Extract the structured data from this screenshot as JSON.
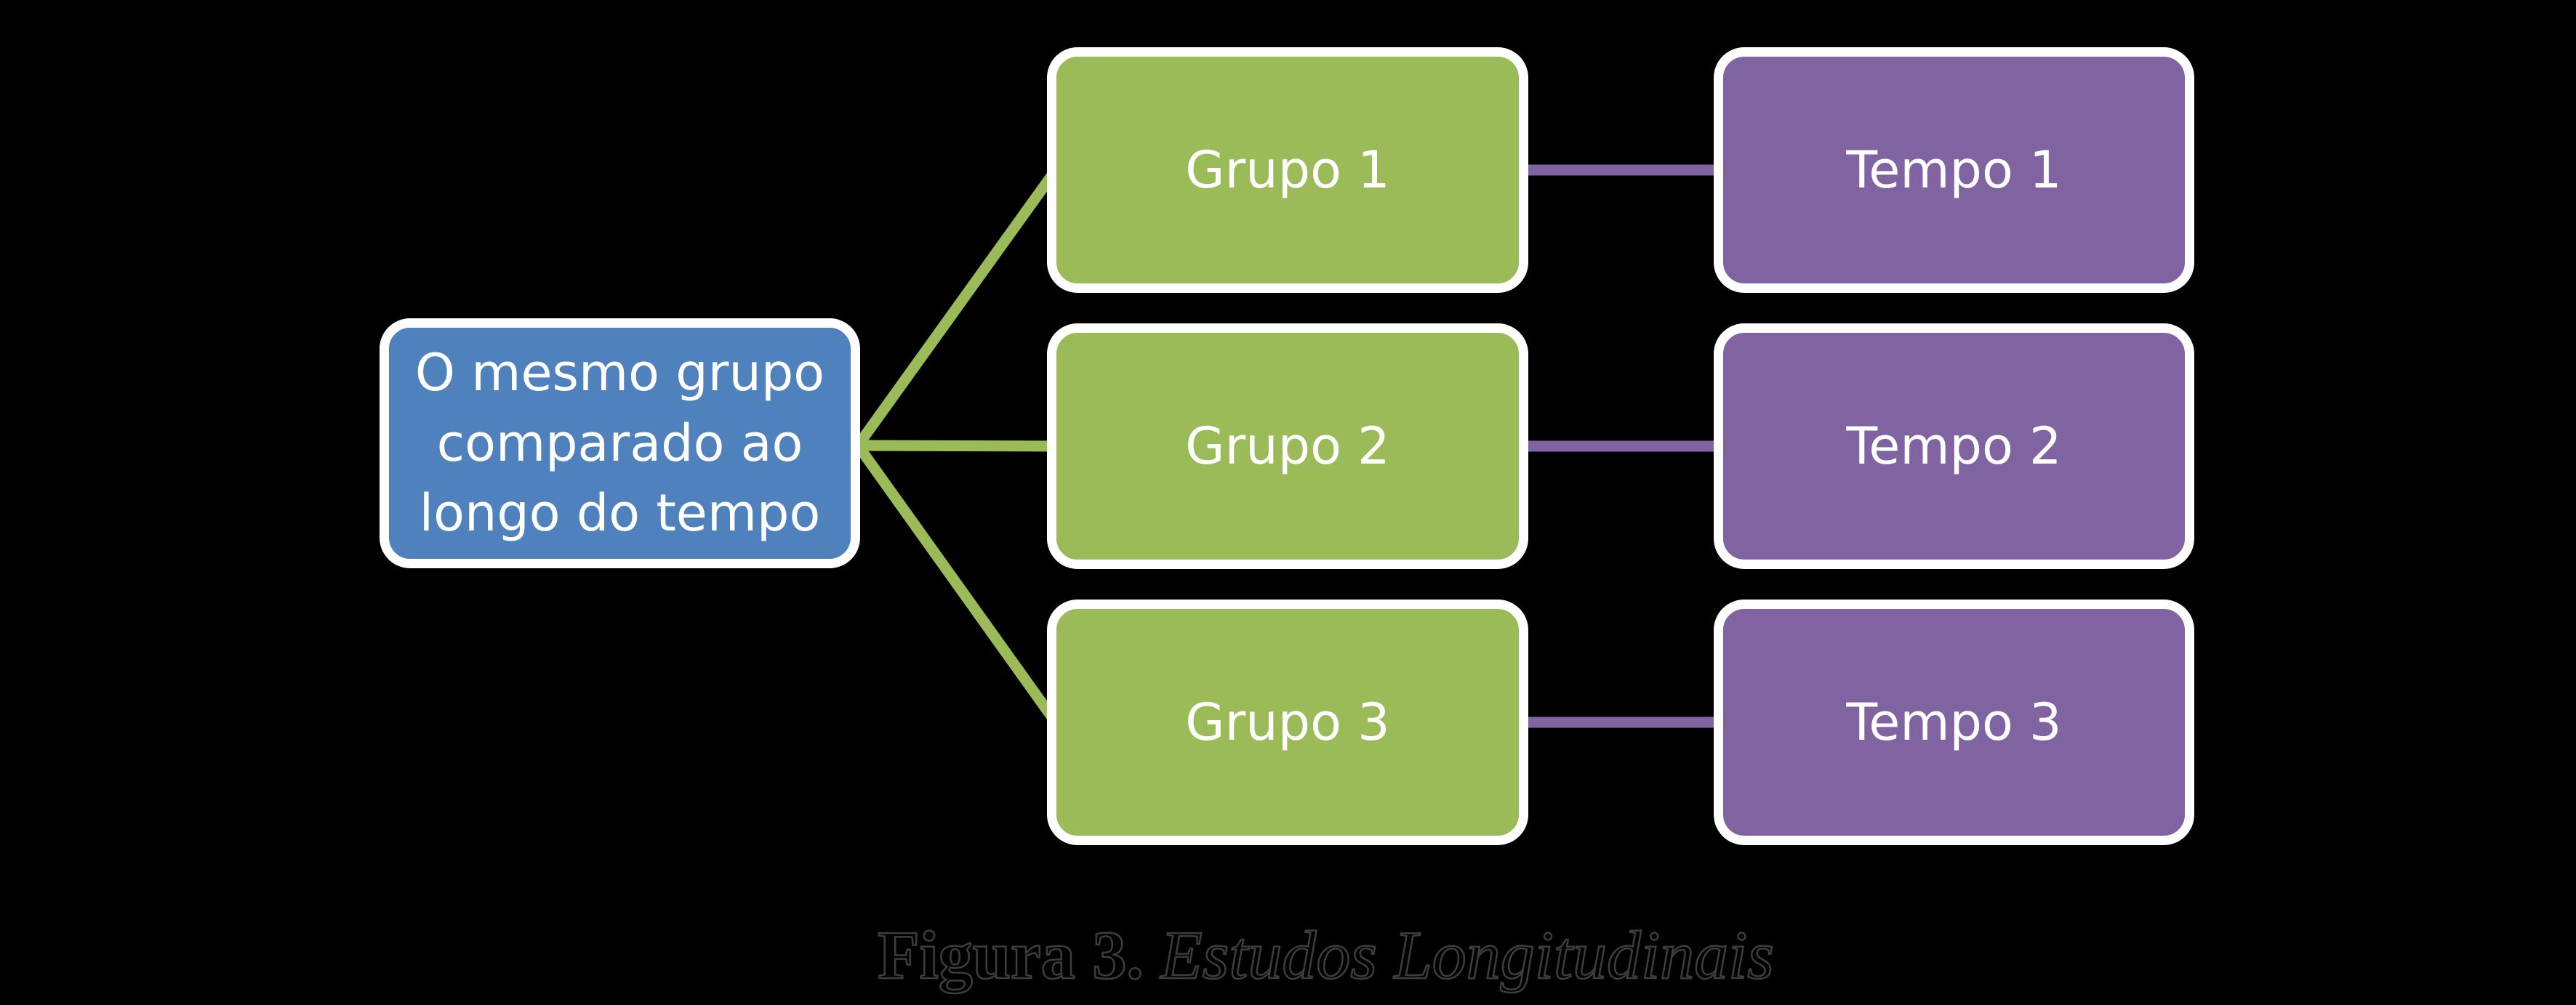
{
  "canvas": {
    "background": "#000000"
  },
  "diagram": {
    "text_color": "#ffffff",
    "border_color": "#ffffff",
    "root": {
      "label": "O mesmo grupo comparado ao longo do tempo",
      "fill": "#4f81bd"
    },
    "rows": [
      {
        "group": {
          "label": "Grupo 1",
          "fill": "#9bbb59"
        },
        "time": {
          "label": "Tempo 1",
          "fill": "#8064a2"
        }
      },
      {
        "group": {
          "label": "Grupo 2",
          "fill": "#9bbb59"
        },
        "time": {
          "label": "Tempo 2",
          "fill": "#8064a2"
        }
      },
      {
        "group": {
          "label": "Grupo 3",
          "fill": "#9bbb59"
        },
        "time": {
          "label": "Tempo 3",
          "fill": "#8064a2"
        }
      }
    ],
    "connectors": {
      "root_to_groups_color": "#9bbb59",
      "group_to_time_color": "#8064a2"
    }
  },
  "caption": {
    "label": "Figura 3.",
    "title": "Estudos Longitudinais",
    "color": "#000000",
    "outline_color": "#3d3d3d"
  }
}
